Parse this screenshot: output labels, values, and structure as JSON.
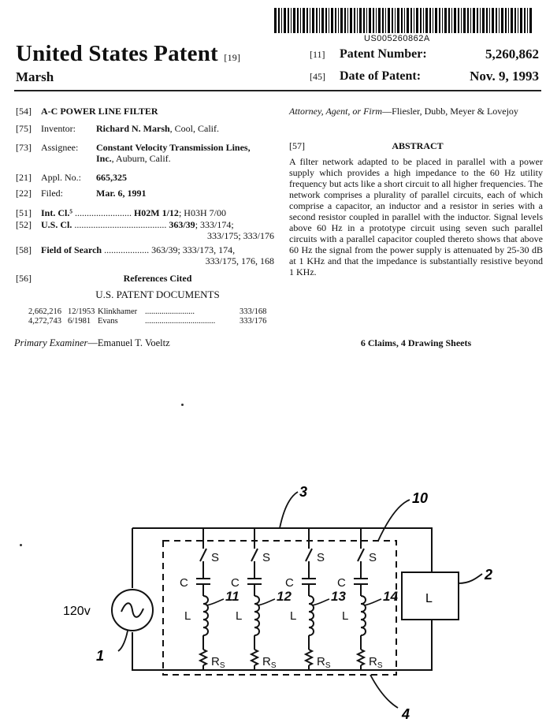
{
  "barcode_number": "US005260862A",
  "title": "United States Patent",
  "title_code": "[19]",
  "inventor_surname": "Marsh",
  "patent_number": {
    "code": "[11]",
    "label": "Patent Number:",
    "value": "5,260,862"
  },
  "date_of_patent": {
    "code": "[45]",
    "label": "Date of Patent:",
    "value": "Nov. 9, 1993"
  },
  "fields": {
    "f54": {
      "code": "[54]",
      "value": "A-C POWER LINE FILTER"
    },
    "f75": {
      "code": "[75]",
      "label": "Inventor:",
      "name": "Richard N. Marsh",
      "rest": ", Cool, Calif."
    },
    "f73": {
      "code": "[73]",
      "label": "Assignee:",
      "name": "Constant Velocity Transmission Lines, Inc.",
      "rest": ", Auburn, Calif."
    },
    "f21": {
      "code": "[21]",
      "label": "Appl. No.:",
      "value": "665,325"
    },
    "f22": {
      "code": "[22]",
      "label": "Filed:",
      "value": "Mar. 6, 1991"
    },
    "f51": {
      "code": "[51]",
      "label": "Int. Cl.⁵",
      "dots": "........................",
      "value": "H02M 1/12",
      "rest": "; H03H 7/00"
    },
    "f52": {
      "code": "[52]",
      "label": "U.S. Cl.",
      "dots": ".......................................",
      "value": "363/39",
      "rest": "; 333/174;",
      "line2": "333/175; 333/176"
    },
    "f58": {
      "code": "[58]",
      "label": "Field of Search",
      "dots": "...................",
      "value": "363/39; 333/173, 174,",
      "line2": "333/175, 176, 168"
    },
    "f56": {
      "code": "[56]",
      "heading": "References Cited"
    }
  },
  "us_patent_documents_heading": "U.S. PATENT DOCUMENTS",
  "references": [
    {
      "number": "2,662,216",
      "date": "12/1953",
      "name": "Klinkhamer",
      "dots": "........................",
      "class": "333/168"
    },
    {
      "number": "4,272,743",
      "date": "6/1981",
      "name": "Evans",
      "dots": "..................................",
      "class": "333/176"
    }
  ],
  "primary_examiner": {
    "label": "Primary Examiner",
    "value": "—Emanuel T. Voeltz"
  },
  "attorney": {
    "label": "Attorney, Agent, or Firm",
    "value": "—Fliesler, Dubb, Meyer & Lovejoy"
  },
  "abstract": {
    "code": "[57]",
    "heading": "ABSTRACT",
    "text": "A filter network adapted to be placed in parallel with a power supply which provides a high impedance to the 60 Hz utility frequency but acts like a short circuit to all higher frequencies. The network comprises a plurality of parallel circuits, each of which comprise a capacitor, an inductor and a resistor in series with a second resistor coupled in parallel with the inductor. Signal levels above 60 Hz in a prototype circuit using seven such parallel circuits with a parallel capacitor coupled thereto shows that above 60 Hz the signal from the power supply is attenuated by 25-30 dB at 1 KHz and that the impedance is substantially resistive beyond 1 KHz."
  },
  "claims_sheets": "6 Claims, 4 Drawing Sheets",
  "drawing": {
    "source_label": "120v",
    "load_label": "L",
    "ref_source": "1",
    "ref_load": "2",
    "ref_wire": "3",
    "ref_bottom": "4",
    "ref_network": "10",
    "branch_refs": [
      "11",
      "12",
      "13",
      "14"
    ],
    "switch_label": "S",
    "capacitor_label": "C",
    "inductor_label": "L",
    "resistor_label": "R",
    "resistor_sub": "S"
  }
}
